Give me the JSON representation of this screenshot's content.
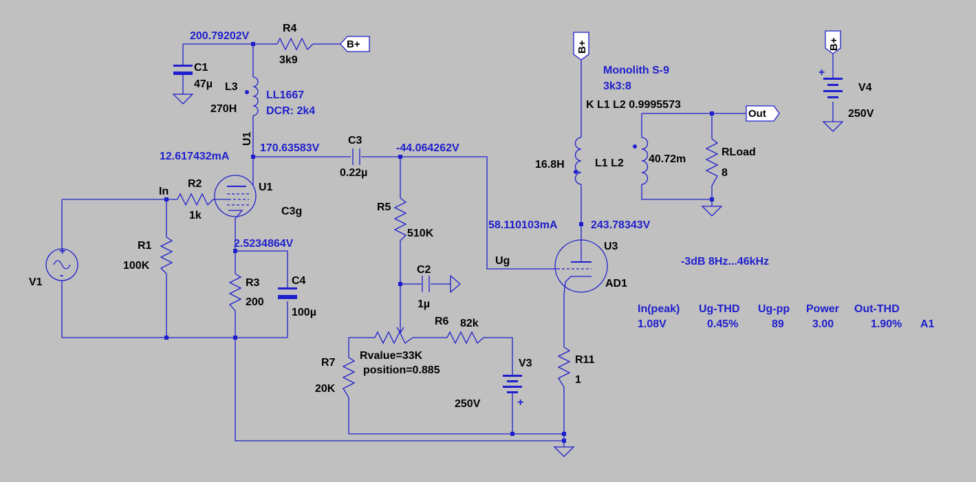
{
  "colors": {
    "background": "#c0c0c0",
    "wire": "#1e1ecd",
    "label": "#000000",
    "annotation": "#1e1ecd"
  },
  "flags": {
    "bplus": "B+",
    "out": "Out",
    "ug": "Ug",
    "in": "In"
  },
  "components": {
    "r1": {
      "name": "R1",
      "value": "100K"
    },
    "r2": {
      "name": "R2",
      "value": "1k"
    },
    "r3": {
      "name": "R3",
      "value": "200"
    },
    "r4": {
      "name": "R4",
      "value": "3k9"
    },
    "r5": {
      "name": "R5",
      "value": "510K"
    },
    "r6": {
      "name": "R6",
      "value": "82k"
    },
    "r7": {
      "name": "R7",
      "value": "20K",
      "rvalue": "Rvalue=33K",
      "position": "position=0.885"
    },
    "r11": {
      "name": "R11",
      "value": "1"
    },
    "rload": {
      "name": "RLoad",
      "value": "8"
    },
    "c1": {
      "name": "C1",
      "value": "47µ"
    },
    "c2": {
      "name": "C2",
      "value": "1µ"
    },
    "c3": {
      "name": "C3",
      "value": "0.22µ"
    },
    "c4": {
      "name": "C4",
      "value": "100µ"
    },
    "l3": {
      "name": "L3",
      "value": "270H",
      "model": "LL1667",
      "dcr": "DCR: 2k4"
    },
    "l1": {
      "name": "L1 L2",
      "primary": "16.8H",
      "secondary": "40.72m"
    },
    "transformer": {
      "name": "Monolith S-9",
      "ratio": "3k3:8",
      "coupling": "K L1 L2 0.9995573"
    },
    "u1": {
      "name": "U1",
      "model": "C3g",
      "pin_label": "U1"
    },
    "u3": {
      "name": "U3",
      "model": "AD1"
    },
    "v1": {
      "name": "V1"
    },
    "v3": {
      "name": "V3",
      "value": "250V"
    },
    "v4": {
      "name": "V4",
      "value": "250V"
    }
  },
  "annotations": {
    "n_r4": "200.79202V",
    "i_u1": "12.617432mA",
    "n_u1_anode": "170.63583V",
    "n_grid": "-44.064262V",
    "n_cathode": "2.5234864V",
    "i_u3": "58.110103mA",
    "n_u3_anode": "243.78343V",
    "bandwidth": "-3dB 8Hz...46kHz"
  },
  "measurements": {
    "headers": [
      "In(peak)",
      "Ug-THD",
      "Ug-pp",
      "Power",
      "Out-THD"
    ],
    "values": [
      "1.08V",
      "0.45%",
      "89",
      "3.00",
      "1.90%"
    ],
    "cell": "A1"
  }
}
